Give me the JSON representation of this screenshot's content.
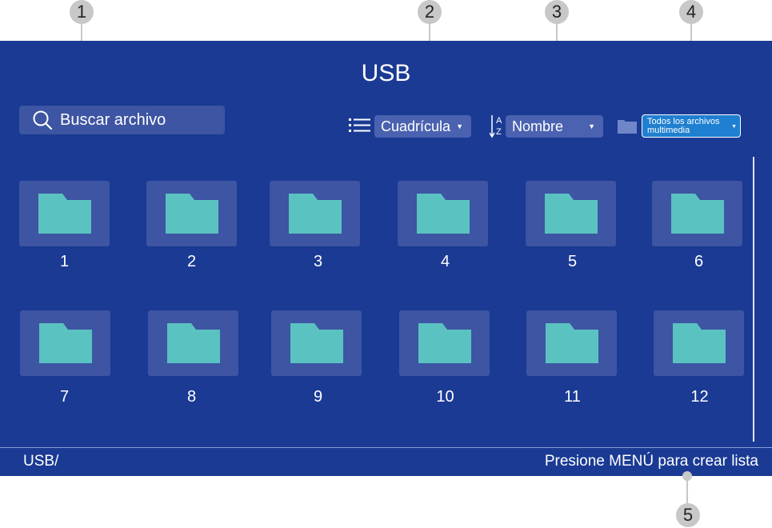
{
  "window": {
    "title": "USB"
  },
  "search": {
    "placeholder": "Buscar archivo",
    "icon": "search-icon"
  },
  "toolbar": {
    "view_mode": "Cuadrícula",
    "sort": "Nombre",
    "filter_line1": "Todos los archivos",
    "filter_line2": "multimedia"
  },
  "folders": [
    {
      "label": "1"
    },
    {
      "label": "2"
    },
    {
      "label": "3"
    },
    {
      "label": "4"
    },
    {
      "label": "5"
    },
    {
      "label": "6"
    },
    {
      "label": "7"
    },
    {
      "label": "8"
    },
    {
      "label": "9"
    },
    {
      "label": "10"
    },
    {
      "label": "11"
    },
    {
      "label": "12"
    }
  ],
  "footer": {
    "path": "USB/",
    "hint": "Presione MENÚ para crear lista"
  },
  "callouts": [
    "1",
    "2",
    "3",
    "4",
    "5"
  ],
  "colors": {
    "panel": "#1a3a94",
    "tile": "#3d55a2",
    "folder": "#5bc2c2",
    "accent": "#1f7fd0",
    "callout": "#c8c8c8"
  }
}
